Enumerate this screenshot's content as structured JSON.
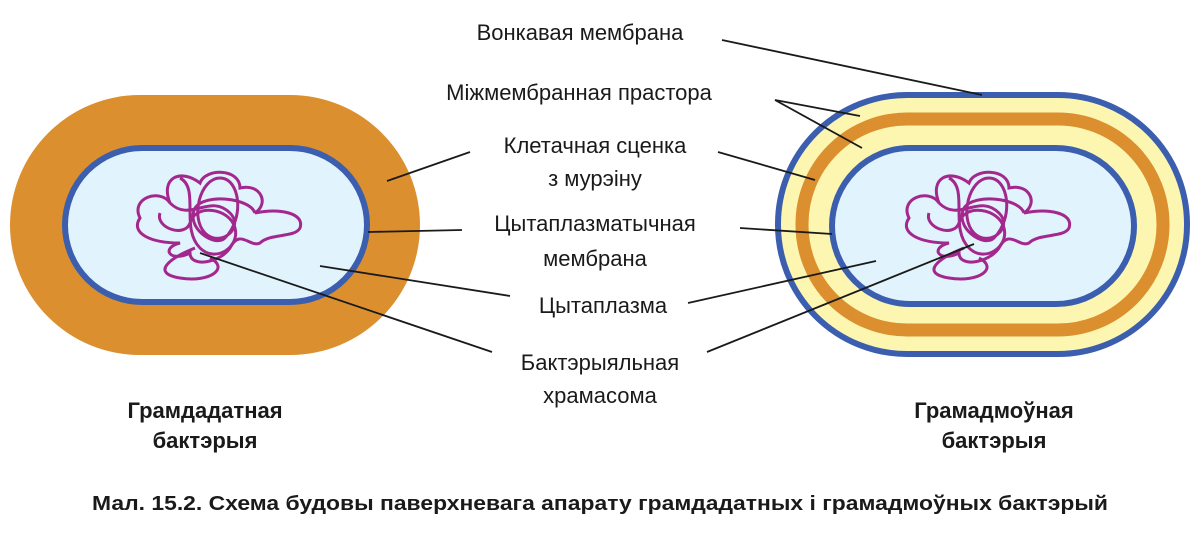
{
  "labels": {
    "outer_membrane": "Вонкавая мембрана",
    "periplasm": "Міжмембранная прастора",
    "cell_wall_1": "Клетачная сценка",
    "cell_wall_2": "з мурэіну",
    "cyto_membrane_1": "Цытаплазматычная",
    "cyto_membrane_2": "мембрана",
    "cytoplasm": "Цытаплазма",
    "chromosome_1": "Бактэрыяльная",
    "chromosome_2": "храмасома"
  },
  "gram_positive": {
    "line1": "Грамдадатная",
    "line2": "бактэрыя"
  },
  "gram_negative": {
    "line1": "Грамадмоўная",
    "line2": "бактэрыя"
  },
  "caption": "Мал. 15.2. Схема будовы паверхневага апарату грамдадатных і грамадмоўных бактэрый",
  "colors": {
    "wall": "#db8f2e",
    "membrane": "#3b5fae",
    "cytoplasm": "#e1f3fc",
    "periplasm": "#fcf6b0",
    "chromosome": "#a3288e"
  }
}
